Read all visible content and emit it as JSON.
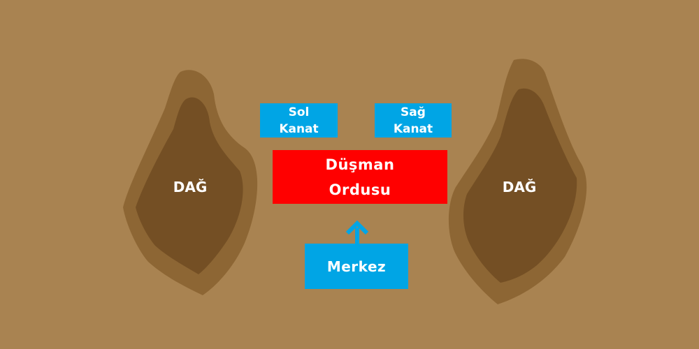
{
  "colors": {
    "background": "#a98351",
    "mountain_outer": "#8d6634",
    "mountain_inner": "#744f24",
    "wing_box": "#00a5e5",
    "enemy_box": "#ff0000",
    "arrow": "#00a5e5",
    "text": "#ffffff"
  },
  "mountains": {
    "left": {
      "label": "DAĞ"
    },
    "right": {
      "label": "DAĞ"
    }
  },
  "units": {
    "left_wing": {
      "label": "Sol\nKanat"
    },
    "right_wing": {
      "label": "Sağ\nKanat"
    },
    "enemy": {
      "label": "Düşman\nOrdusu"
    },
    "center": {
      "label": "Merkez"
    }
  },
  "arrow": {
    "icon": "arrow-up-icon",
    "from": "center",
    "to": "enemy"
  }
}
